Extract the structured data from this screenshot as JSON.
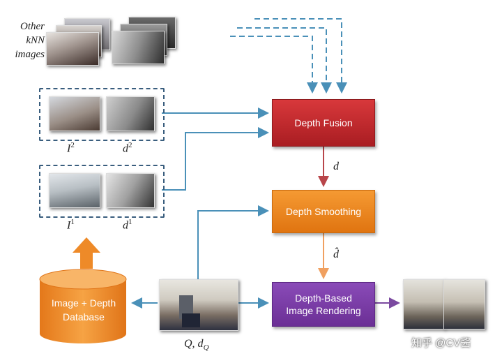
{
  "other_knn": {
    "line1": "Other",
    "line2": "kNN",
    "line3": "images"
  },
  "labels": {
    "i2": "I",
    "i2_sup": "2",
    "d2": "d",
    "d2_sup": "2",
    "i1": "I",
    "i1_sup": "1",
    "d1": "d",
    "d1_sup": "1",
    "d_edge": "d",
    "dhat_edge": "d̂",
    "query": "Q, d",
    "query_sub": "Q"
  },
  "boxes": {
    "fusion": "Depth Fusion",
    "smoothing": "Depth Smoothing",
    "rendering_line1": "Depth-Based",
    "rendering_line2": "Image Rendering"
  },
  "database": {
    "line1": "Image + Depth",
    "line2": "Database"
  },
  "watermark": "知乎 @CV酱",
  "colors": {
    "fusion": "#c0282c",
    "smoothing": "#ef8a22",
    "rendering": "#7b3aa8",
    "database": "#f0922c",
    "arrow_blue": "#4a90b8",
    "dashed_border": "#3a5e7e"
  }
}
